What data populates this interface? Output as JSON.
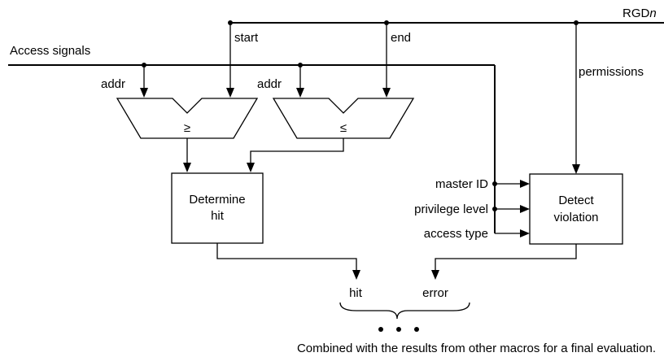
{
  "signals": {
    "rgd": "RGD",
    "rgd_suffix": "n",
    "access": "Access signals",
    "start": "start",
    "end": "end",
    "permissions": "permissions",
    "addr_left": "addr",
    "addr_right": "addr"
  },
  "comparators": {
    "ge_symbol": "≥",
    "le_symbol": "≤"
  },
  "blocks": {
    "determine_hit_line1": "Determine",
    "determine_hit_line2": "hit",
    "detect_violation_line1": "Detect",
    "detect_violation_line2": "violation"
  },
  "inputs": {
    "master_id": "master ID",
    "privilege_level": "privilege level",
    "access_type": "access type"
  },
  "outputs": {
    "hit": "hit",
    "error": "error",
    "ellipsis": "• • •",
    "caption": "Combined with the results from other macros for a final evaluation."
  }
}
